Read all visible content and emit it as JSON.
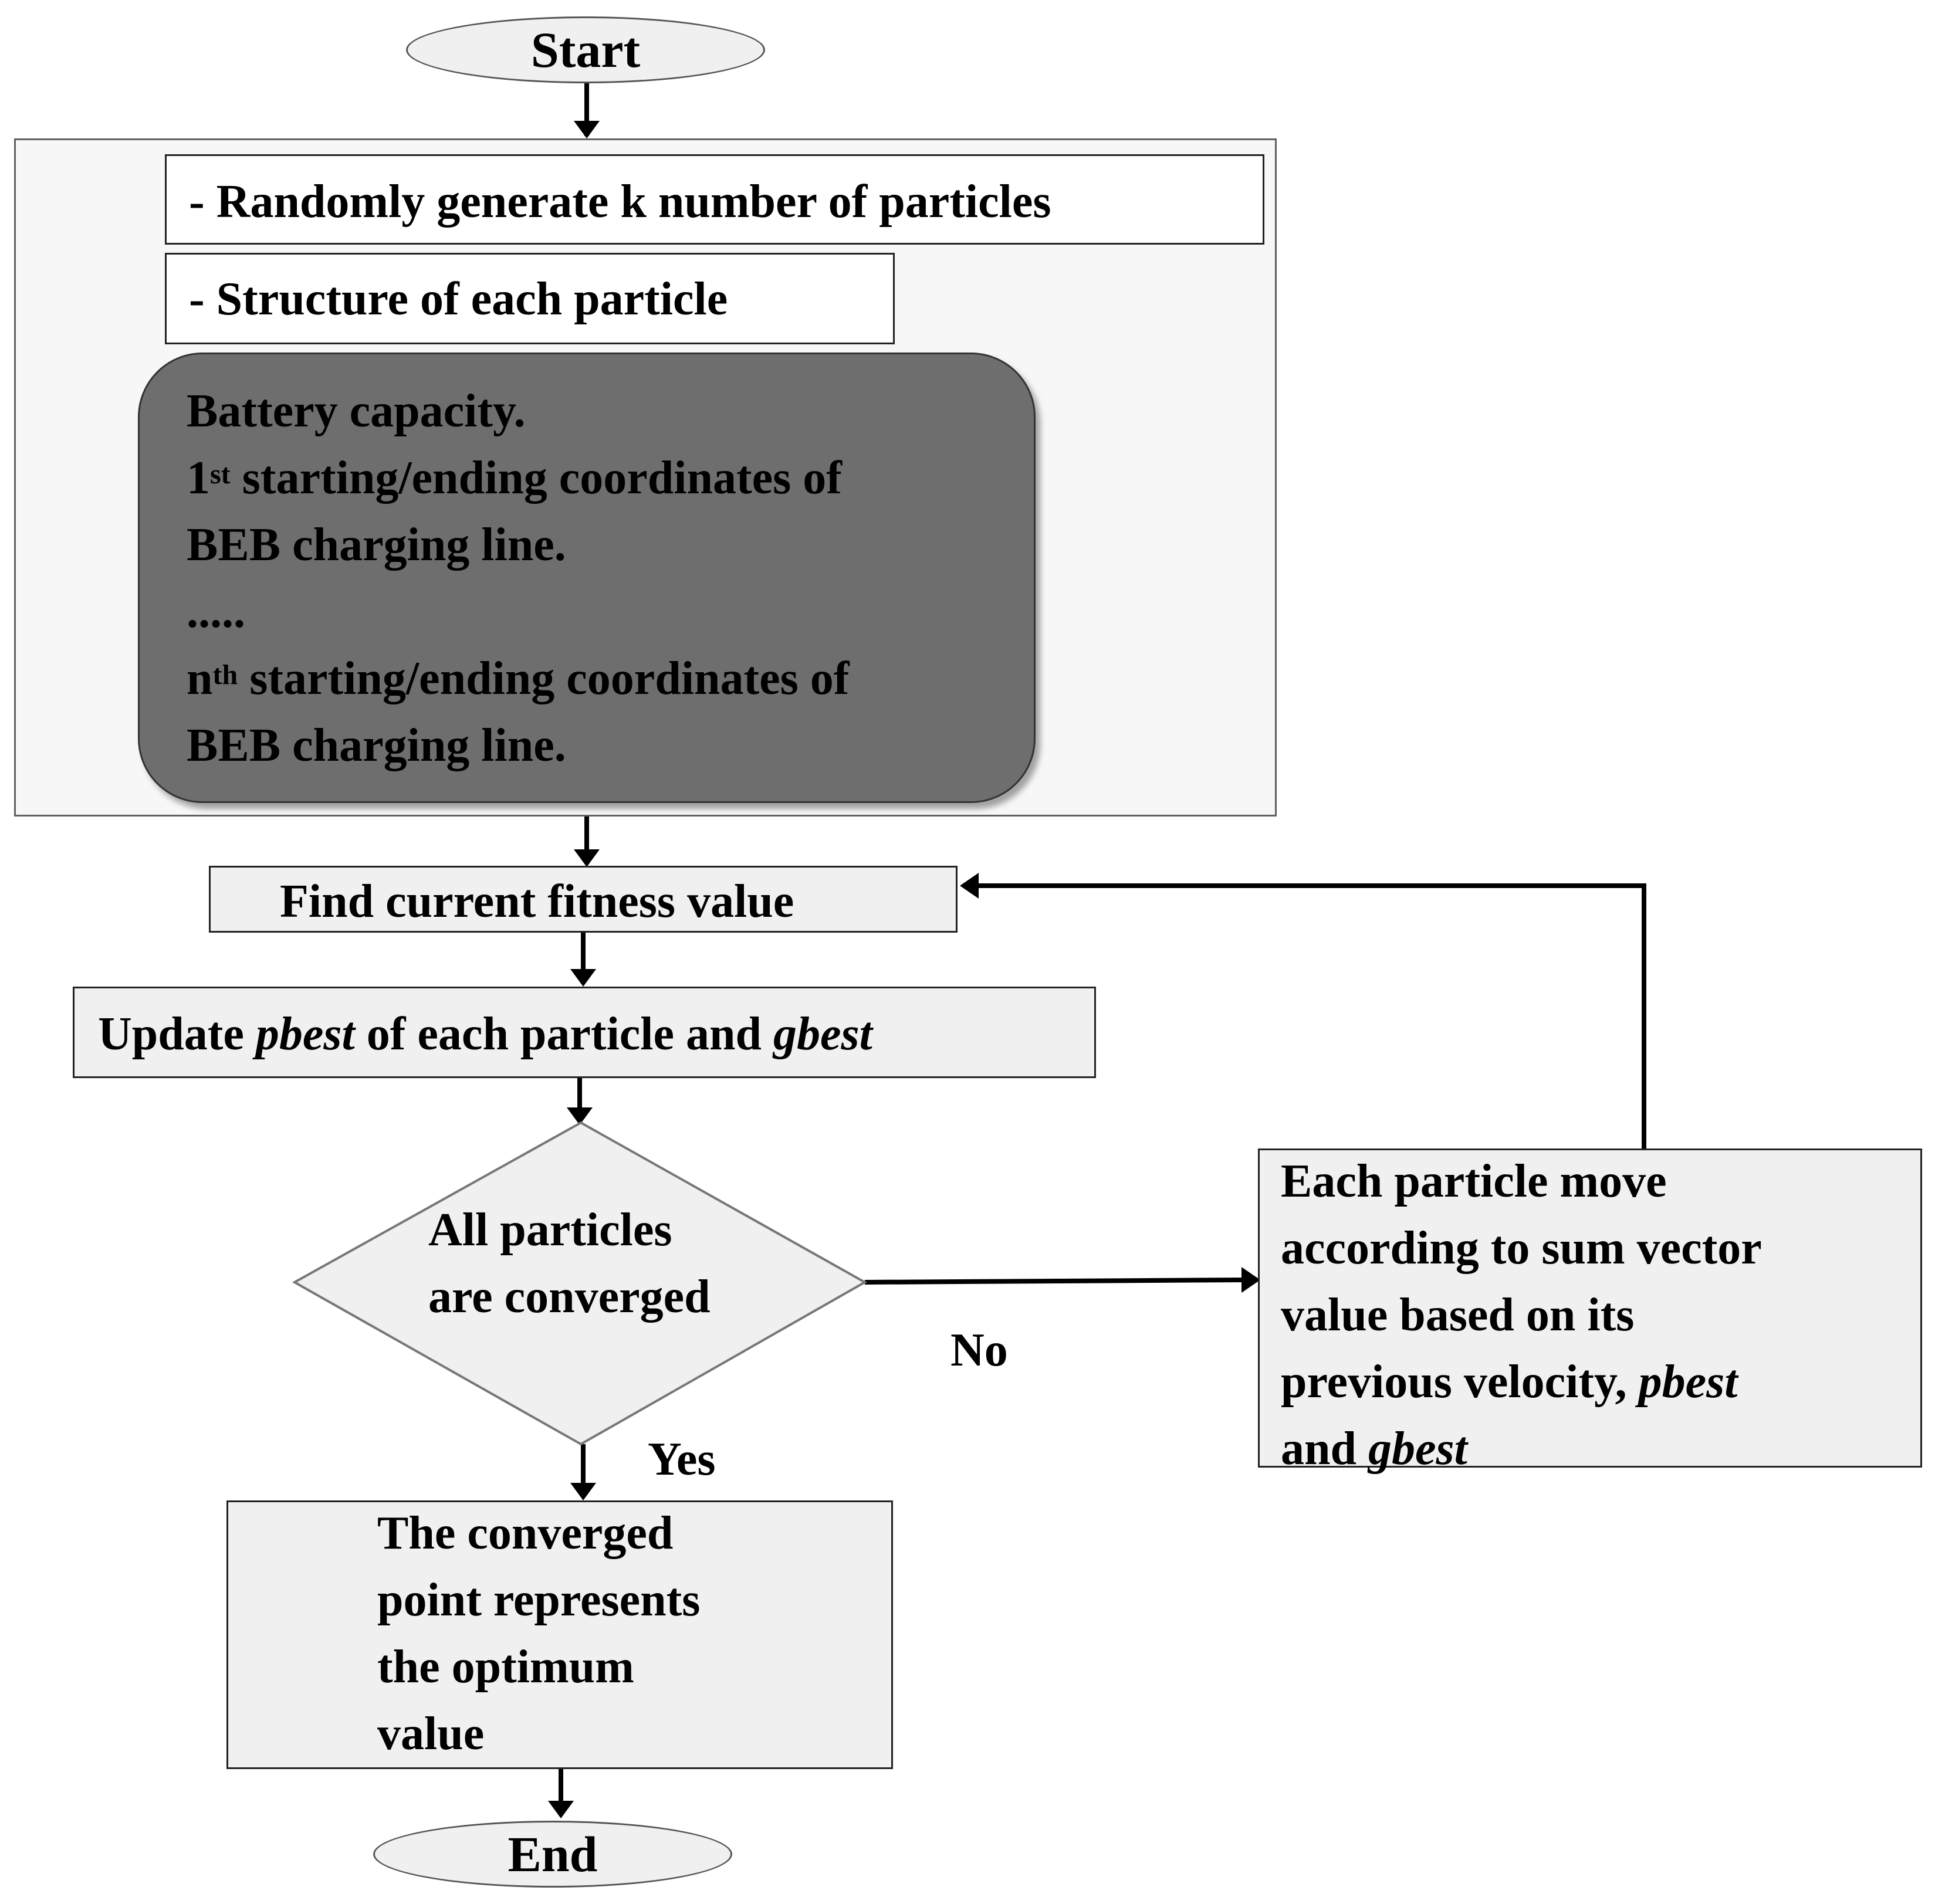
{
  "diagram": {
    "start_label": "Start",
    "end_label": "End",
    "init_panel": {
      "generate_label": "- Randomly generate k number of particles",
      "structure_label": "- Structure of each particle",
      "structure_lines": {
        "battery": "Battery capacity.",
        "first_ordinal": "1",
        "first_sup": "st",
        "first_rest": " starting/ending coordinates of",
        "first_cont": "BEB charging line.",
        "dots": ".....",
        "nth_ordinal": "n",
        "nth_sup": "th",
        "nth_rest": " starting/ending coordinates of",
        "nth_cont": "BEB charging line."
      }
    },
    "fitness_label": "Find current fitness value",
    "update": {
      "prefix": "Update ",
      "pbest": "pbest",
      "middle": " of each particle and ",
      "gbest": "gbest"
    },
    "decision": {
      "line1": "All particles",
      "line2": "are converged",
      "yes_label": "Yes",
      "no_label": "No"
    },
    "move": {
      "line1": "Each particle move",
      "line2": "according to sum vector",
      "line3": "value based on its",
      "line4_prefix": "previous velocity, ",
      "line4_pbest": "pbest",
      "line5_prefix": "and ",
      "line5_gbest": "gbest"
    },
    "result": {
      "line1": "The converged",
      "line2": "point represents",
      "line3": "the optimum",
      "line4": "value"
    }
  }
}
